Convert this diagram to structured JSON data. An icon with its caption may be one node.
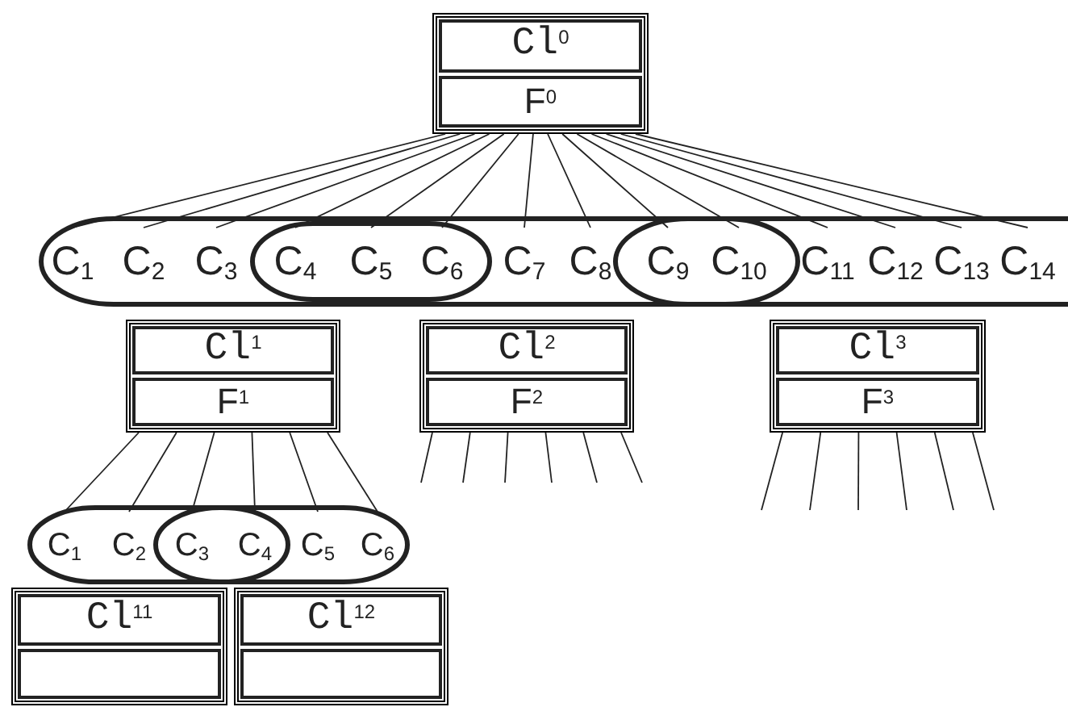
{
  "diagram": {
    "nodes": [
      {
        "text": [
          "Cl$^{0}$",
          "F$^{0}$"
        ]
      },
      {
        "text": [],
        "shape": "ellipse"
      },
      {
        "text": [],
        "shape": "ellipse",
        "in": 1
      },
      {
        "text": [],
        "shape": "ellipse"
      },
      {
        "text": [
          "C$_{1}$"
        ],
        "in": 1
      },
      {
        "text": [
          "C$_{2}$"
        ],
        "in": 1
      },
      {
        "text": [
          "C$_{3}$"
        ],
        "in": 1
      },
      {
        "text": [
          "C$_{4}$"
        ],
        "in": 2
      },
      {
        "text": [
          "C$_{5}$"
        ],
        "in": 2
      },
      {
        "text": [
          "C$_{6}$"
        ],
        "in": 2
      },
      {
        "text": [
          "C$_{7}$"
        ],
        "in": 1
      },
      {
        "text": [
          "C$_{8}$"
        ],
        "in": 1
      },
      {
        "text": [
          "C$_{9}$"
        ]
      },
      {
        "text": [
          "C$_{10}$"
        ]
      },
      {
        "text": [
          "C$_{11}$"
        ],
        "in": 3
      },
      {
        "text": [
          "C$_{12}$"
        ],
        "in": 3
      },
      {
        "text": [
          "C$_{13}$"
        ],
        "in": 3
      },
      {
        "text": [
          "C$_{14}$"
        ],
        "in": 3
      },
      {
        "text": [
          "Cl$^{1}$",
          "F$^{1}$"
        ]
      },
      {
        "text": [
          "Cl$^{2}$",
          "F$^{2}$"
        ]
      },
      {
        "text": [
          "Cl$^{3}$",
          "F$^{3}$"
        ]
      },
      {
        "text": [],
        "shape": "ellipse"
      },
      {
        "text": [],
        "shape": "ellipse"
      },
      {
        "text": [
          "C$_{1}$"
        ],
        "in": 21
      },
      {
        "text": [
          "C$_{2}$"
        ],
        "in": 21
      },
      {
        "text": [
          "C$_{3}$"
        ]
      },
      {
        "text": [
          "C$_{4}$"
        ]
      },
      {
        "text": [
          "C$_{5}$"
        ],
        "in": 22
      },
      {
        "text": [
          "C$_{6}$"
        ],
        "in": 22
      },
      {
        "text": [
          "Cl$^{11}$"
        ]
      },
      {
        "text": [
          "Cl$^{12}$"
        ]
      }
    ],
    "edges": [
      {
        "from": 0,
        "to": 4,
        "arrow": "none"
      },
      {
        "from": 0,
        "to": 5,
        "arrow": "none"
      },
      {
        "from": 0,
        "to": 6,
        "arrow": "none"
      },
      {
        "from": 0,
        "to": 7,
        "arrow": "none"
      },
      {
        "from": 0,
        "to": 8,
        "arrow": "none"
      },
      {
        "from": 0,
        "to": 9,
        "arrow": "none"
      },
      {
        "from": 0,
        "to": 10,
        "arrow": "none"
      },
      {
        "from": 0,
        "to": 11,
        "arrow": "none"
      },
      {
        "from": 0,
        "to": 12,
        "arrow": "none"
      },
      {
        "from": 0,
        "to": 13,
        "arrow": "none"
      },
      {
        "from": 0,
        "to": 14,
        "arrow": "none"
      },
      {
        "from": 0,
        "to": 15,
        "arrow": "none"
      },
      {
        "from": 0,
        "to": 16,
        "arrow": "none"
      },
      {
        "from": 0,
        "to": 17,
        "arrow": "none"
      },
      {
        "from": 18,
        "to": 23,
        "arrow": "none"
      },
      {
        "from": 18,
        "to": 24,
        "arrow": "none"
      },
      {
        "from": 18,
        "to": 25,
        "arrow": "none"
      },
      {
        "from": 18,
        "to": 26,
        "arrow": "none"
      },
      {
        "from": 18,
        "to": 27,
        "arrow": "none"
      },
      {
        "from": 18,
        "to": 28,
        "arrow": "none"
      },
      {
        "from": 19,
        "to": null,
        "arrow": "none"
      },
      {
        "from": 19,
        "to": null,
        "arrow": "none"
      },
      {
        "from": 19,
        "to": null,
        "arrow": "none"
      },
      {
        "from": 19,
        "to": null,
        "arrow": "none"
      },
      {
        "from": 19,
        "to": null,
        "arrow": "none"
      },
      {
        "from": 19,
        "to": null,
        "arrow": "none"
      },
      {
        "from": 20,
        "to": null,
        "arrow": "none"
      },
      {
        "from": 20,
        "to": null,
        "arrow": "none"
      },
      {
        "from": 20,
        "to": null,
        "arrow": "none"
      },
      {
        "from": 20,
        "to": null,
        "arrow": "none"
      },
      {
        "from": 20,
        "to": null,
        "arrow": "none"
      },
      {
        "from": 20,
        "to": null,
        "arrow": "none"
      }
    ]
  }
}
